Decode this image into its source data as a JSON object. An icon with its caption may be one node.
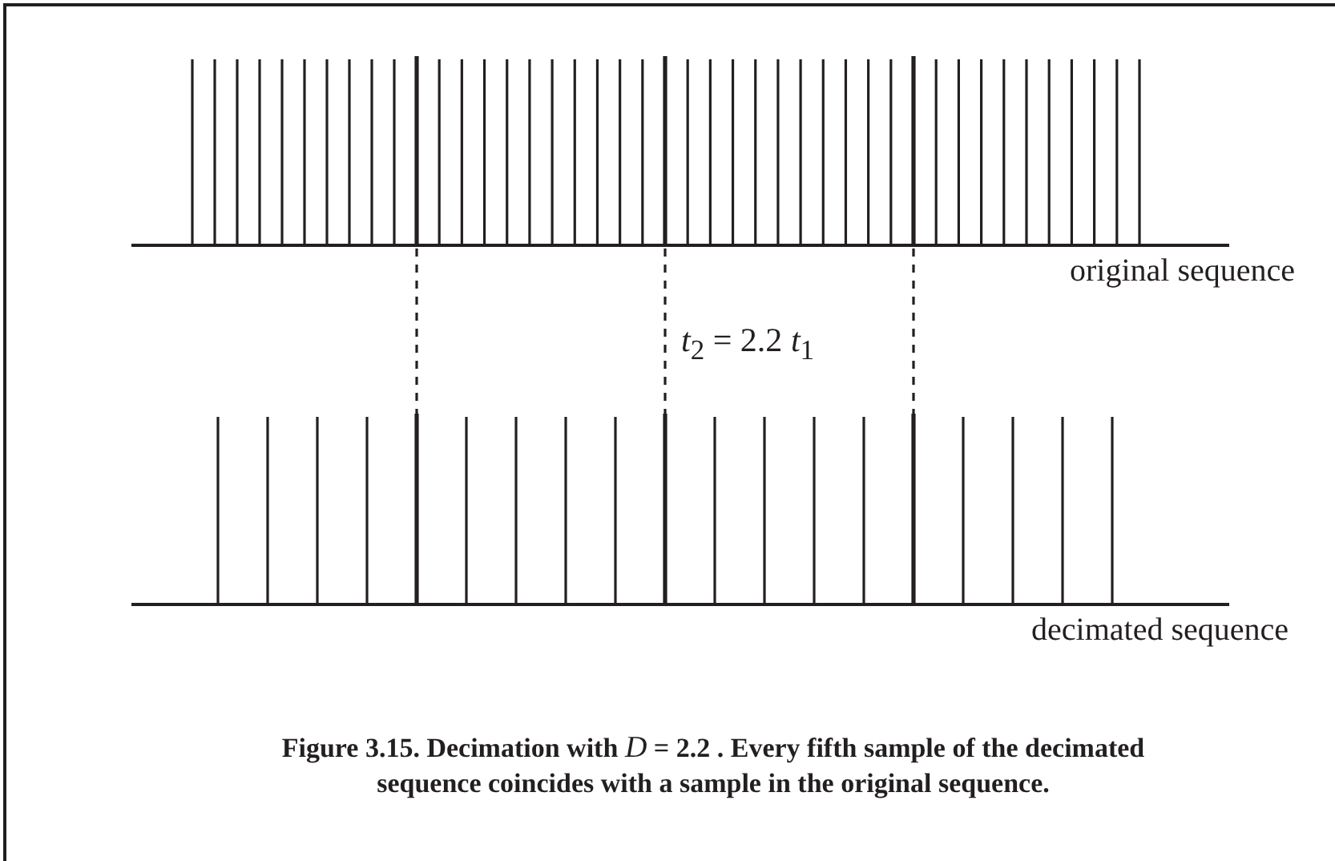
{
  "diagram": {
    "caption": "Figure 3.15. Decimation with *D* = 2.2 . Every fifth sample of the decimated sequence coincides with a sample in the original sequence.",
    "labels": [
      "original sequence",
      "*t*$_{2}$ = 2.2 *t*$_{1}$",
      "decimated sequence"
    ]
  }
}
